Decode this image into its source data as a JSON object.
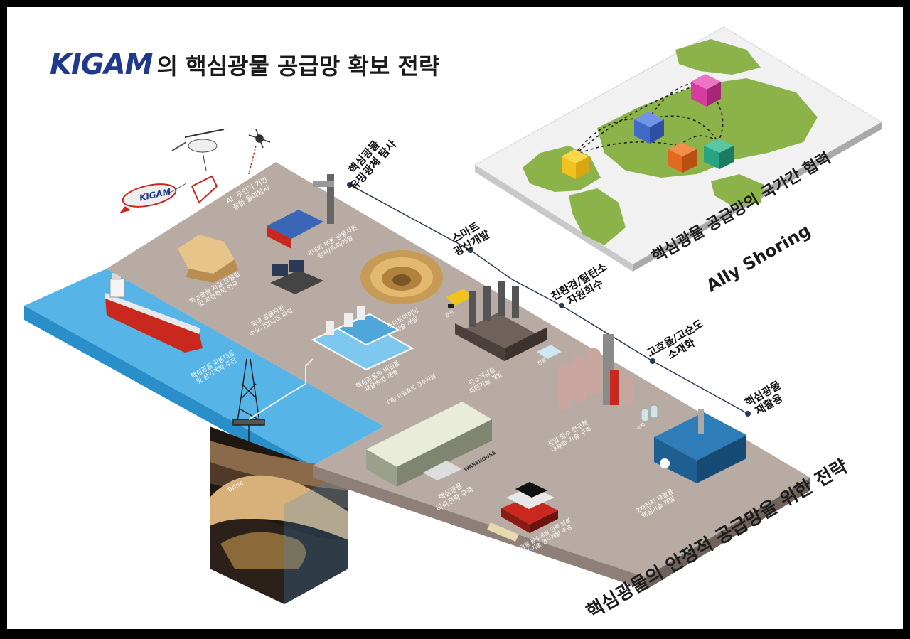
{
  "title": {
    "logo": "KIGAM",
    "text": "의 핵심광물 공급망 확보 전략"
  },
  "blimp_text": "KIGAM",
  "timeline": [
    {
      "label": "핵심광물\n유망광체 탐사"
    },
    {
      "label": "스마트\n광산개발"
    },
    {
      "label": "친환경/탈탄소\n자원회수"
    },
    {
      "label": "고효율/고순도\n소재화"
    },
    {
      "label": "핵심광물\n재활용"
    }
  ],
  "platform_labels": {
    "ai_drone": "AI, 무인기 기반\n광물 물리탐사",
    "domestic_overseas": "국내외 부존 광물자원\n탐사/특지/개발",
    "geology": "핵심광물 지질 모델링\n및 지화학적 연구",
    "it_agency": "국내 광물자원\n수요기업니즈 파악",
    "smart_mine": "스마트마이닝\n기술 개발",
    "ore_car": "광석",
    "unconventional": "핵심광물의 비전통\n채굴방법 개발",
    "unconventional_eg": "(예) 오일필드 염수자원",
    "carbon": "탄소저감형\n제련기술 개발",
    "pipe_note": "정광",
    "industry": "산업 필수 전구체\n내재화 기술 구축",
    "material": "소재",
    "stockpile": "핵심광물\n비축전략 구축",
    "warehouse": "WAREHOUSE",
    "battery": "2차전지 재활용\n핵심기술 개발",
    "education": "핵심광물 필수개발 인력 양성\n및 요소기술 연구개발 수행",
    "ship": "핵심광물 공동대응\n및 장기계약 추진",
    "brine": "Brine"
  },
  "ally": {
    "line1": "핵심광물 공급망의 국가간 협력",
    "line2": "Ally Shoring"
  },
  "bottom_caption": "핵심광물의 안정적 공급망을 위한 전략",
  "colors": {
    "platform": "#b8aba3",
    "platform_side": "#8e8079",
    "sea": "#57b4e6",
    "sea_side": "#2a8fc9",
    "title_blue": "#1f3a8a",
    "accent_red": "#c8281e",
    "highlight": "#f7e86a",
    "map_green": "#8cb34a",
    "cube_yellow": "#f2c31f",
    "cube_blue": "#4169c8",
    "cube_pink": "#d63ca0",
    "cube_orange": "#e26a1e",
    "cube_teal": "#2aa383"
  }
}
